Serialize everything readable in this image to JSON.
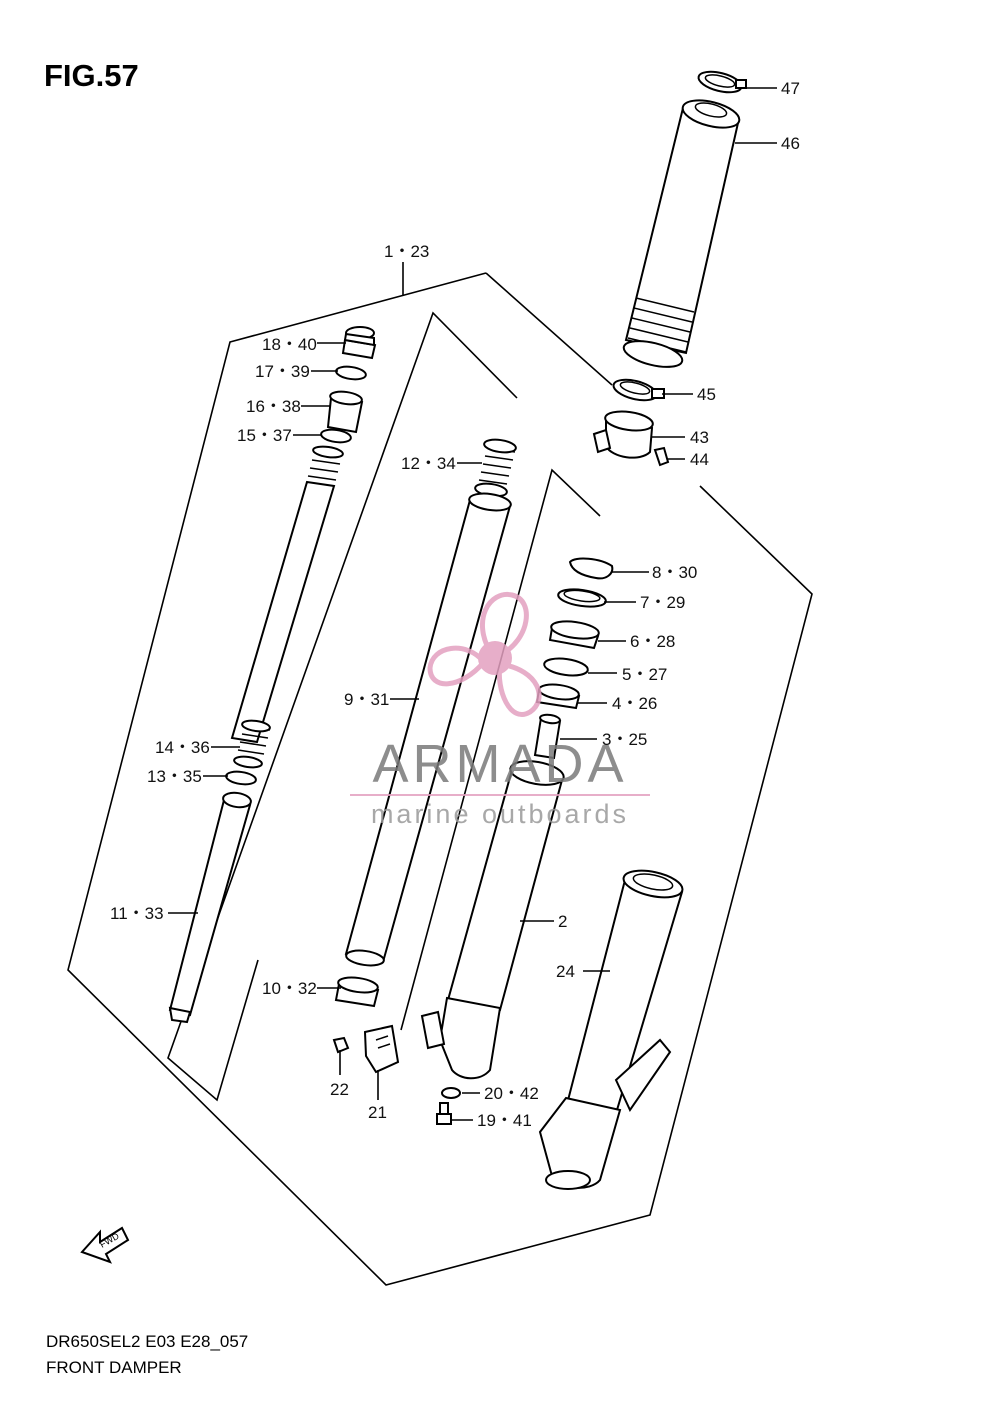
{
  "figure_title": "FIG.57",
  "model_code": "DR650SEL2 E03 E28_057",
  "diagram_title": "FRONT DAMPER",
  "fwd_label": "FWD",
  "watermark": {
    "brand": "ARMADA",
    "tagline": "marine outboards",
    "color": "#e8a6c4"
  },
  "callouts": {
    "c1_23": "1・23",
    "c2": "2",
    "c3_25": "3・25",
    "c4_26": "4・26",
    "c5_27": "5・27",
    "c6_28": "6・28",
    "c7_29": "7・29",
    "c8_30": "8・30",
    "c9_31": "9・31",
    "c10_32": "10・32",
    "c11_33": "11・33",
    "c12_34": "12・34",
    "c13_35": "13・35",
    "c14_36": "14・36",
    "c15_37": "15・37",
    "c16_38": "16・38",
    "c17_39": "17・39",
    "c18_40": "18・40",
    "c19_41": "19・41",
    "c20_42": "20・42",
    "c21": "21",
    "c22": "22",
    "c24": "24",
    "c43": "43",
    "c44": "44",
    "c45": "45",
    "c46": "46",
    "c47": "47"
  }
}
